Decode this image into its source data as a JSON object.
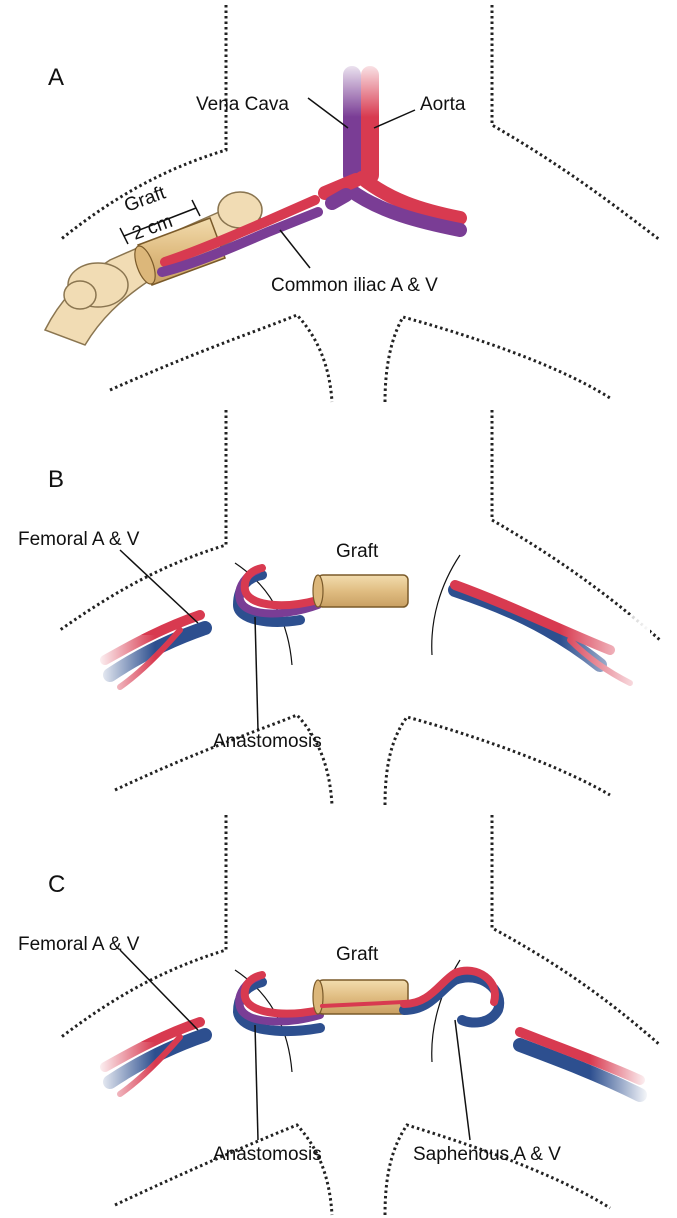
{
  "colors": {
    "artery": "#d83a50",
    "vein_blue": "#2d4f8f",
    "vein_purple": "#7a3d95",
    "graft": "#e3c28a",
    "bone": "#f1dcb4",
    "outline": "#222222"
  },
  "panel_a": {
    "letter": "A",
    "labels": {
      "vena_cava": "Vena Cava",
      "aorta": "Aorta",
      "graft": "Graft",
      "size": "2 cm",
      "common_iliac": "Common iliac A & V"
    }
  },
  "panel_b": {
    "letter": "B",
    "labels": {
      "femoral": "Femoral A & V",
      "graft": "Graft",
      "anastomosis": "Anastomosis"
    }
  },
  "panel_c": {
    "letter": "C",
    "labels": {
      "femoral": "Femoral A & V",
      "graft": "Graft",
      "anastomosis": "Anastomosis",
      "saphenous": "Saphenous A & V"
    }
  }
}
